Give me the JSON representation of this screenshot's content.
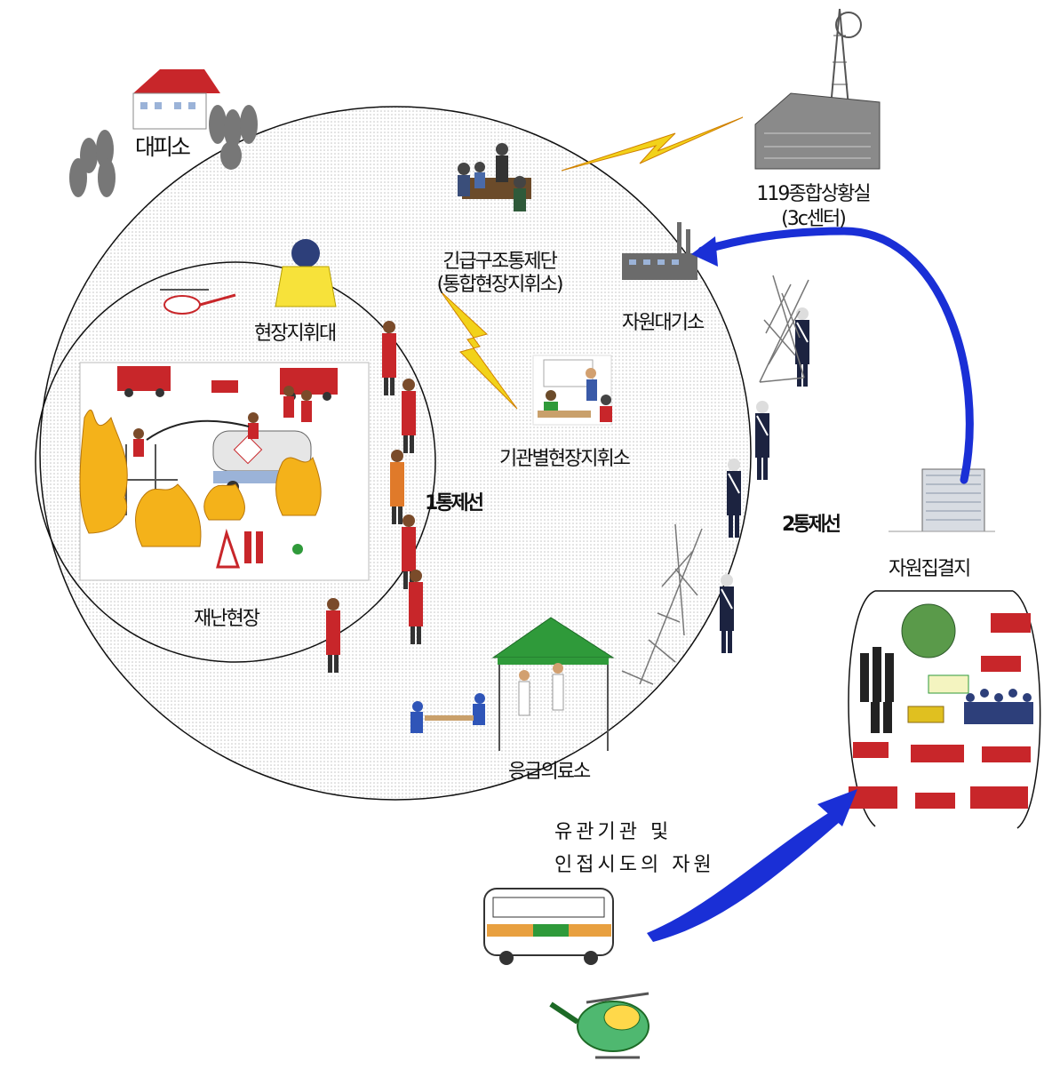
{
  "labels": {
    "evacuation_site": "대피소",
    "comm_center_line1": "119종합상황실",
    "comm_center_line2": "(3c센터)",
    "rescue_team_line1": "긴급구조통제단",
    "rescue_team_line2": "(통합현장지휘소)",
    "field_command": "현장지휘대",
    "resource_standby": "자원대기소",
    "agency_command": "기관별현장지휘소",
    "control_line_1": "1통제선",
    "control_line_2": "2통제선",
    "disaster_site": "재난현장",
    "resource_assembly": "자원집결지",
    "first_aid": "응급의료소",
    "external_resources_line1": "유관기관 및",
    "external_resources_line2": "인접시도의 자원"
  },
  "colors": {
    "lightning": "#f2d21a",
    "lightning_edge": "#d08000",
    "blue_arrow": "#1a2fd6",
    "line": "#111111",
    "stipple": "#c9c9c9",
    "fire_red": "#c8262a",
    "flame": "#f4b21a",
    "tent_green": "#2f9a3a",
    "police_navy": "#1c2340"
  }
}
